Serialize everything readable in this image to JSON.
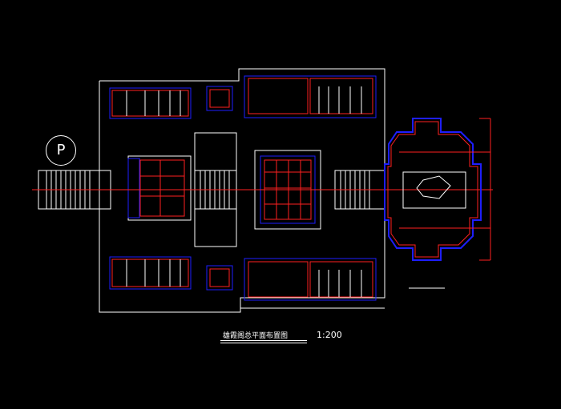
{
  "drawing": {
    "title": "雄霞阁总平面布置图",
    "scale": "1:200",
    "parking_symbol": "P"
  },
  "colors": {
    "background": "#000000",
    "outline": "#ffffff",
    "wall": "#ff2020",
    "frame": "#1e1eff",
    "grid": "#ff2020"
  }
}
